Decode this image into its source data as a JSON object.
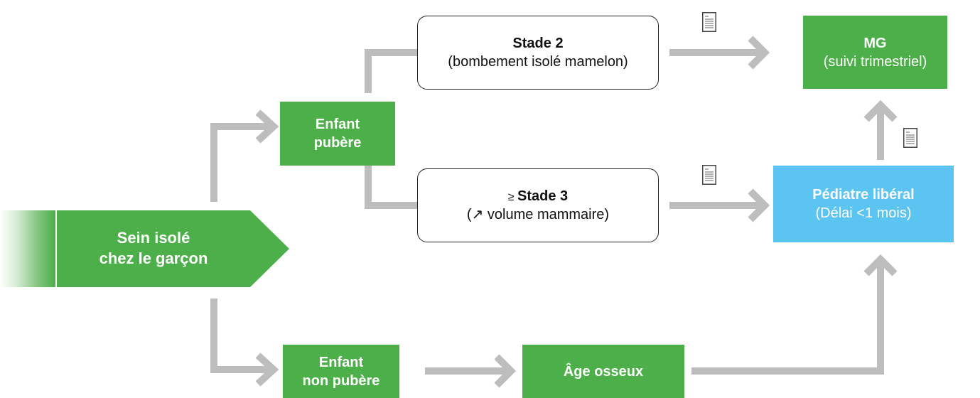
{
  "nodes": {
    "start": {
      "line1": "Sein isolé",
      "line2": "chez le garçon"
    },
    "pubere": {
      "line1": "Enfant",
      "line2": "pubère"
    },
    "non_pubere": {
      "line1": "Enfant",
      "line2": "non pubère"
    },
    "age_osseux": {
      "label": "Âge osseux"
    },
    "stade2": {
      "title": "Stade 2",
      "detail": "(bombement isolé mamelon)"
    },
    "stade3": {
      "prefix": "≥ ",
      "title": "Stade 3",
      "detail_open": "(",
      "detail_icon": "↗",
      "detail_text": " volume mammaire)"
    },
    "mg": {
      "title": "MG",
      "detail": "(suivi trimestriel)"
    },
    "pediatre": {
      "title": "Pédiatre libéral",
      "detail": "(Délai <1 mois)"
    }
  },
  "icons": {
    "document": "document-icon",
    "arrow": "chevron-arrow-icon"
  },
  "colors": {
    "green": "#4daf49",
    "blue": "#5bc4f0",
    "connector": "#bdbdbd",
    "outline": "#222222"
  }
}
